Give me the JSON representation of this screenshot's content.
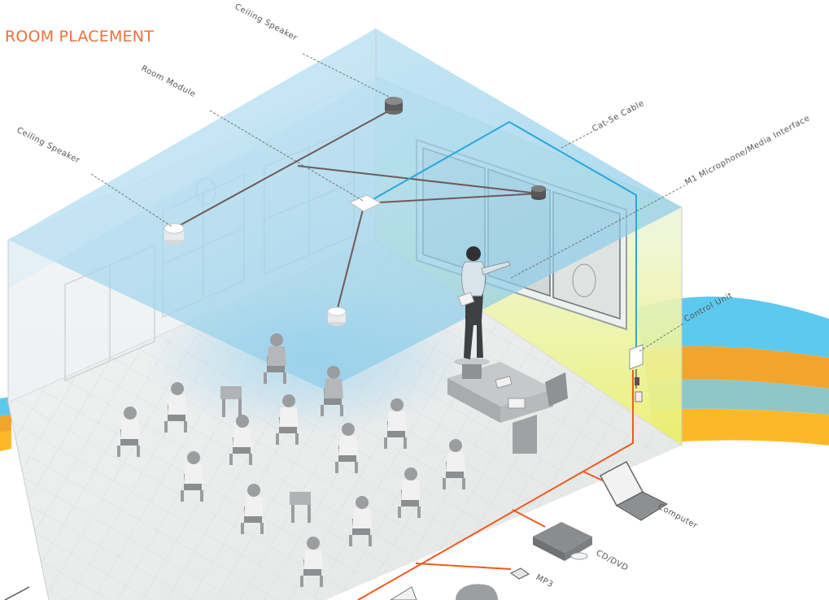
{
  "title": "ROOM PLACEMENT",
  "labels": {
    "ceiling_speaker_top": "Ceiling Speaker",
    "room_module": "Room Module",
    "ceiling_speaker_left": "Ceiling Speaker",
    "cat5e_cable": "Cat-5e Cable",
    "m1_interface": "M1 Microphone/Media Interface",
    "control_unit": "Control Unit",
    "computer": "Computer",
    "cd_dvd": "CD/DVD",
    "mp3": "MP3"
  },
  "colors": {
    "title": "#e8713c",
    "cat5e_cable": "#2aa8d8",
    "speaker_wire": "#6e5a5a",
    "av_cable": "#ef5a1f",
    "ceiling": "#8ccbe6",
    "back_wall_glow": "#e6ef7a"
  }
}
